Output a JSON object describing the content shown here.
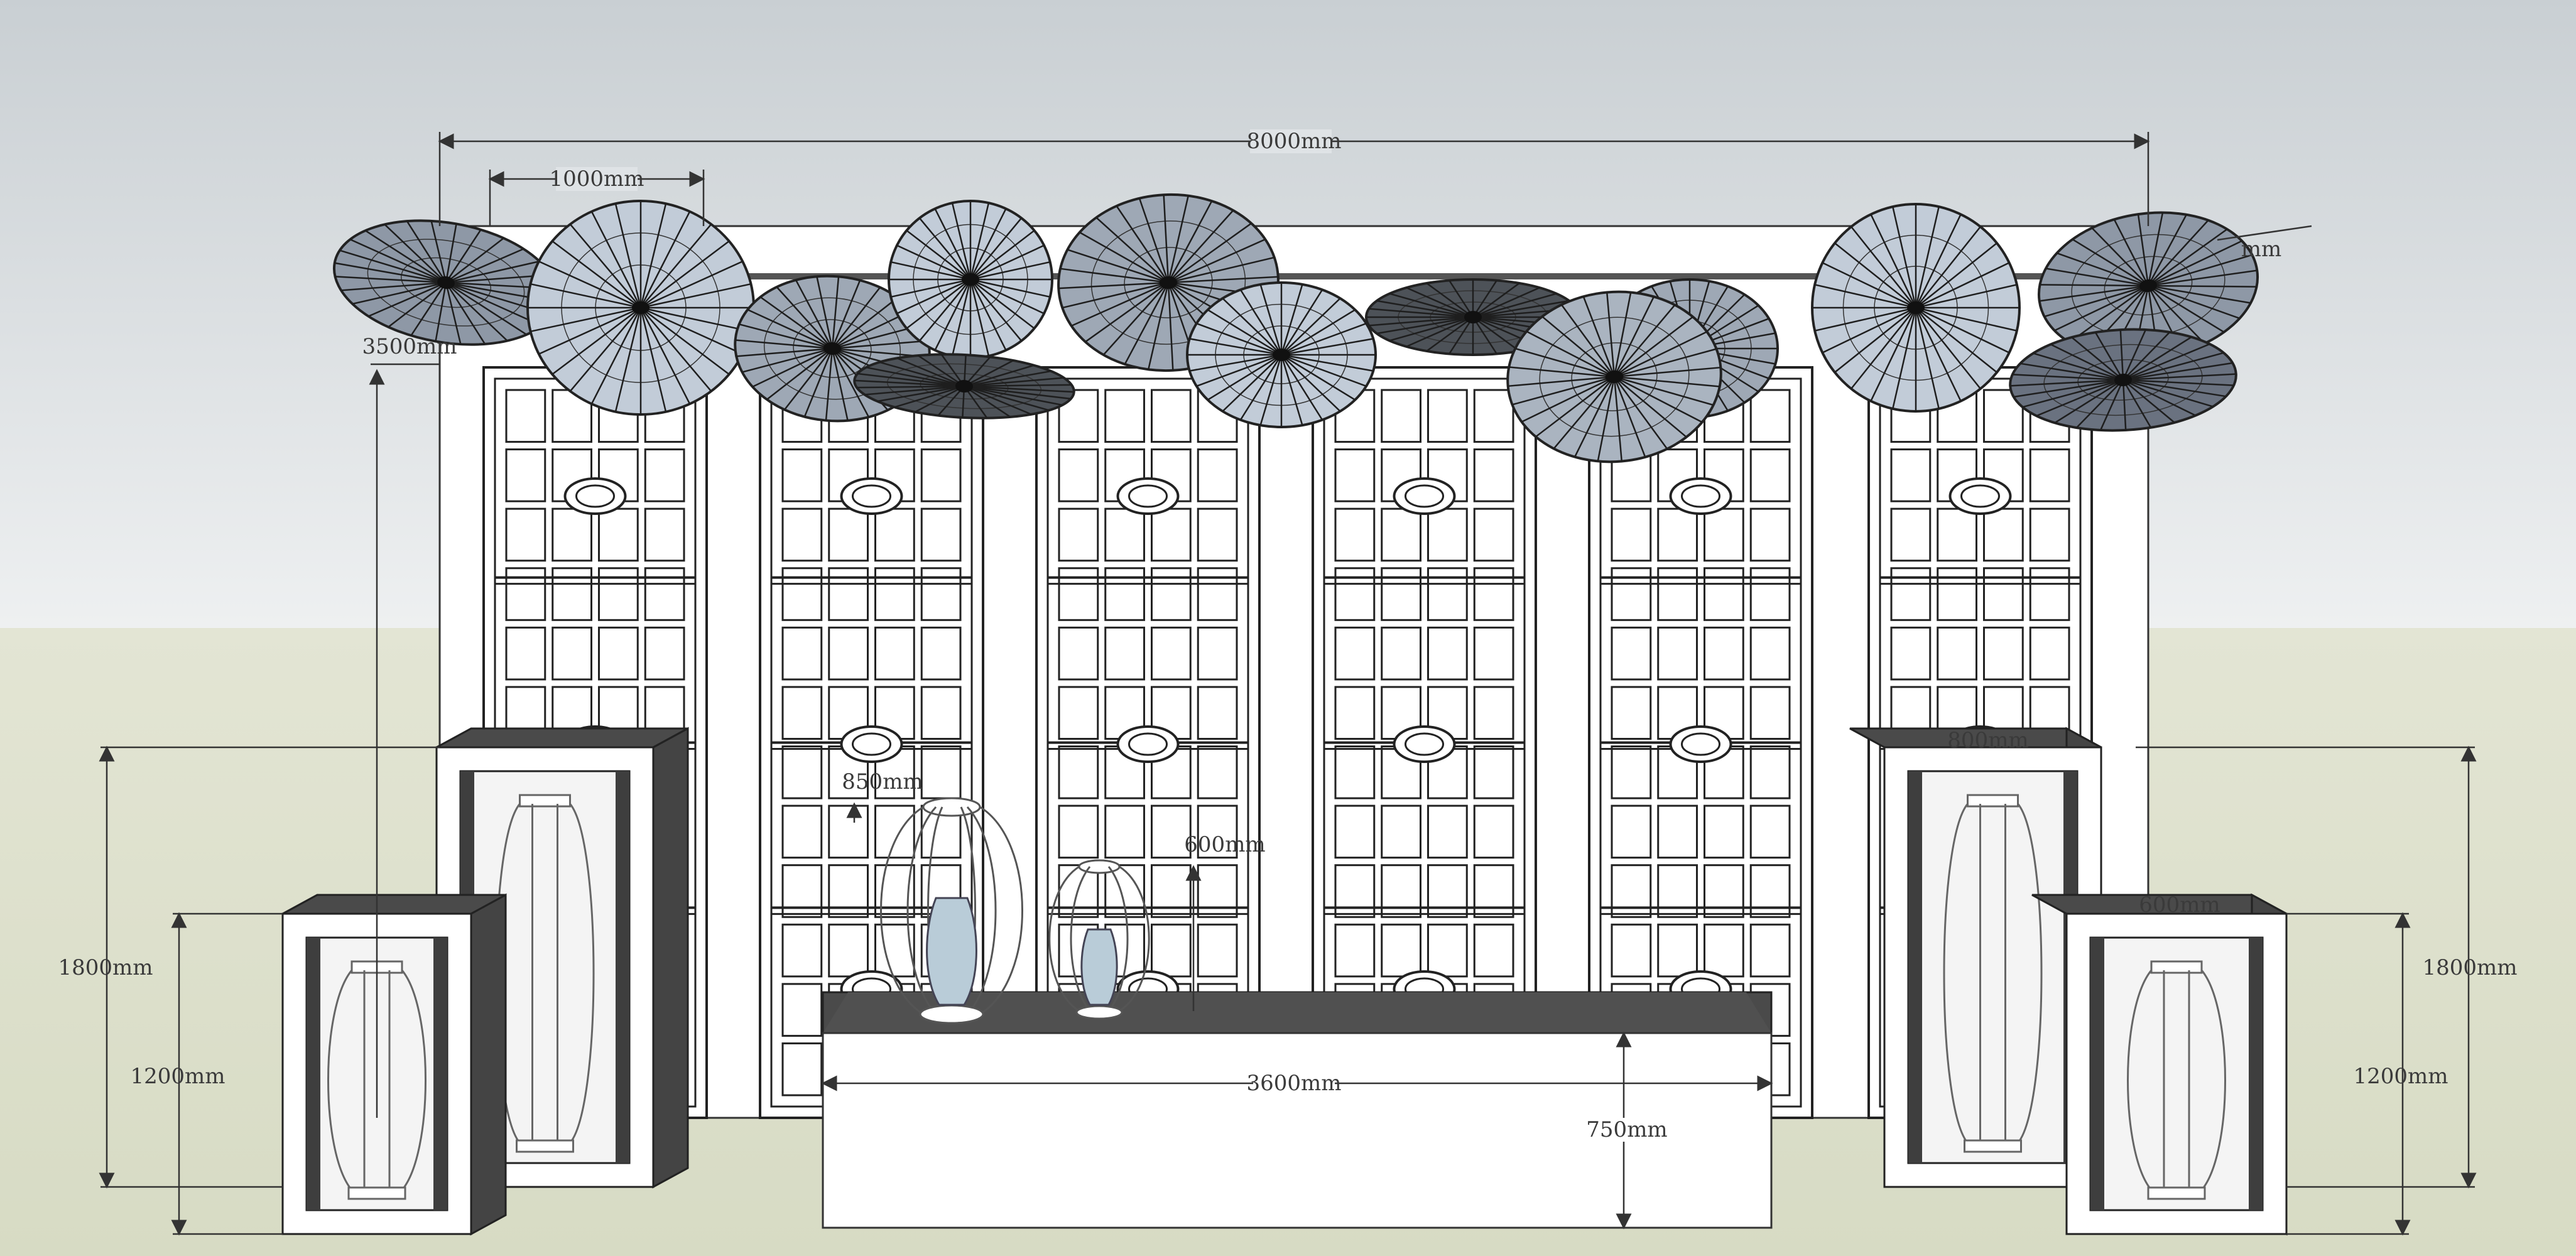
{
  "dimensions": {
    "overall_width": "8000mm",
    "umbrella_width": "1000mm",
    "umbrella_right_partial": "mm",
    "wall_height": "3500mm",
    "lantern_tall_label": "850mm",
    "lantern_short_label": "600mm",
    "table_width": "3600mm",
    "table_height": "750mm",
    "left_tall_height": "1800mm",
    "left_short_height": "1200mm",
    "right_tall_height": "1800mm",
    "right_short_height": "1200mm",
    "right_box_top_label": "800mm",
    "right_box_small_label": "600mm"
  },
  "colors": {
    "sky_top": "#c9cfd3",
    "sky_bottom": "#eef0f1",
    "ground": "#dde0cc",
    "umbrella_light": "#c2ccd8",
    "umbrella_mid": "#8e98a6",
    "umbrella_dark": "#4d5258",
    "frame_dark": "#4a4a4a",
    "vase": "#b9ccd8"
  }
}
